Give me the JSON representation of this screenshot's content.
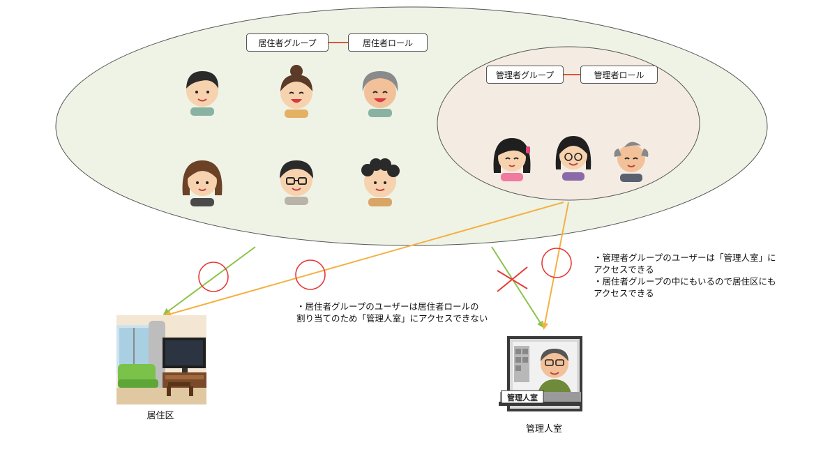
{
  "residents": {
    "group_label": "居住者グループ",
    "role_label": "居住者ロール"
  },
  "admins": {
    "group_label": "管理者グループ",
    "role_label": "管理者ロール"
  },
  "notes": {
    "resident_note_lines": [
      "・居住者グループのユーザーは居住者ロールの",
      "割り当てのため「管理人室」にアクセスできない"
    ],
    "admin_note_lines": [
      "・管理者グループのユーザーは「管理人室」に",
      "アクセスできる",
      "・居住者グループの中にもいるので居住区にも",
      "アクセスできる"
    ]
  },
  "places": {
    "living_area": "居住区",
    "manager_room": "管理人室",
    "manager_room_sign": "管理人室"
  },
  "colors": {
    "outer_fill": "#eef3e6",
    "inner_fill": "#f4ece3",
    "resident_arrow": "#8cc34a",
    "admin_arrow": "#f5b041",
    "allow_circle": "#e53935",
    "deny_cross": "#e53935",
    "link_line": "#e0533c"
  }
}
